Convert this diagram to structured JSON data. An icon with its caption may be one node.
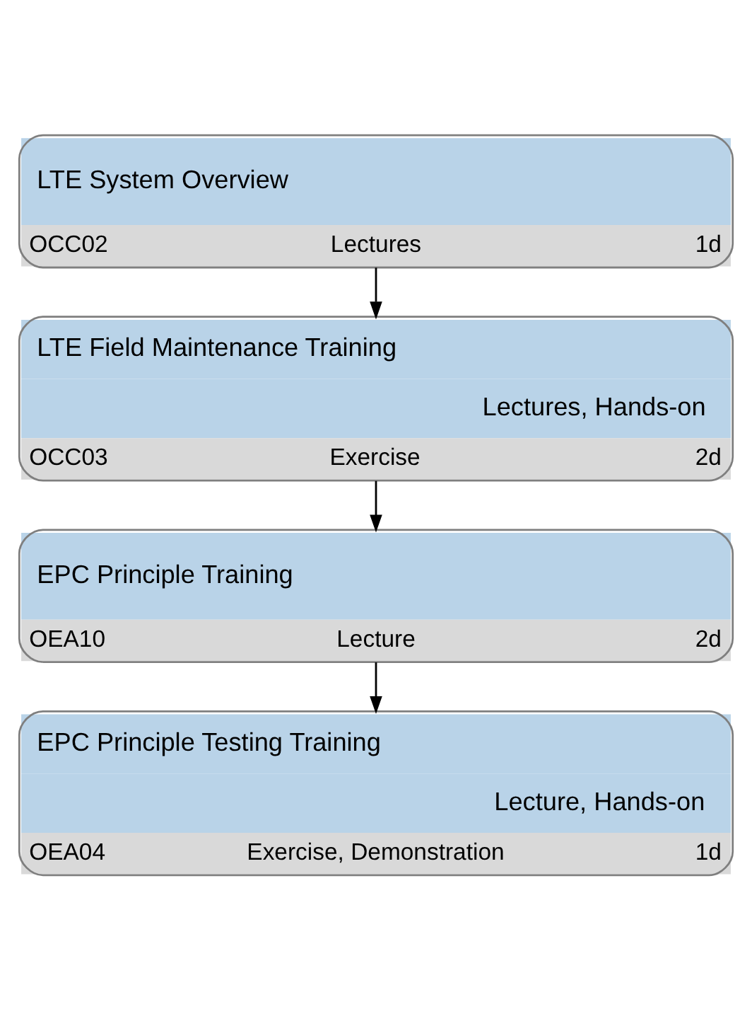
{
  "diagram": {
    "nodes": [
      {
        "text": [
          "LTE System Overview",
          "OCC02",
          "Lectures",
          "1d"
        ]
      },
      {
        "text": [
          "LTE Field Maintenance Training",
          "Lectures, Hands-on",
          "OCC03",
          "Exercise",
          "2d"
        ]
      },
      {
        "text": [
          "EPC Principle Training",
          "OEA10",
          "Lecture",
          "2d"
        ]
      },
      {
        "text": [
          "EPC Principle Testing Training",
          "Lecture, Hands-on",
          "OEA04",
          "Exercise, Demonstration",
          "1d"
        ]
      }
    ],
    "edges": [
      {
        "from": 0,
        "to": 1,
        "arrow": "to"
      },
      {
        "from": 1,
        "to": 2,
        "arrow": "to"
      },
      {
        "from": 2,
        "to": 3,
        "arrow": "to"
      }
    ]
  }
}
